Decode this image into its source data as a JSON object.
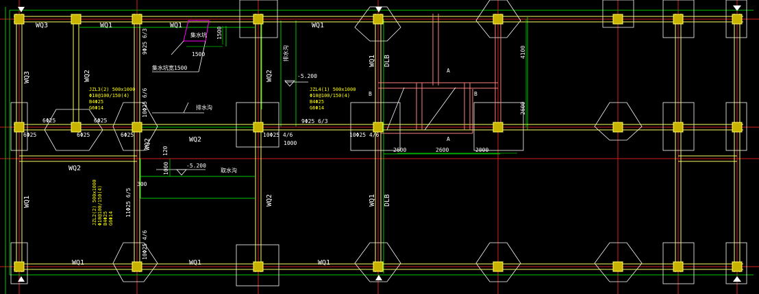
{
  "colors": {
    "background": "#000000",
    "grid_axis": "#d81e1e",
    "wall": "#ffff66",
    "beam": "#ff8080",
    "aux_line": "#00c800",
    "white_line": "#ffffff",
    "column": "#c8b400",
    "magenta": "#ff00ff",
    "label": "#ffffff",
    "annotation_yellow": "#ffff00"
  },
  "labels": {
    "wq1_top_a": "WQ1",
    "wq1_top_b": "WQ1",
    "wq1_top_c": "WQ1",
    "wq3_top": "WQ3",
    "wq3_side": "WQ3",
    "wq2_col_a": "WQ2",
    "wq2_col_b": "WQ2",
    "wq2_mid_a": "WQ2",
    "wq2_mid_b": "WQ2",
    "wq2_mid_c": "WQ2",
    "wq2_low": "WQ2",
    "wq1_side_a": "WQ1",
    "wq1_side_b": "WQ1",
    "wq1_side_c": "WQ1",
    "dlb_a": "DLB",
    "dlb_b": "DLB",
    "wq1_bot_a": "WQ1",
    "wq1_bot_b": "WQ1",
    "wq1_bot_c": "WQ1"
  },
  "dims": {
    "d1500_v": "1500",
    "d1500_h": "1500",
    "d4100": "4100",
    "d2600_v": "2600",
    "d2600_a": "2600",
    "d2600_b": "2600",
    "d2000": "2000",
    "d1000_a": "1000",
    "d1000_b": "1000",
    "d120": "120",
    "d300": "300"
  },
  "annotations": {
    "elev_5200_a": "-5.200",
    "elev_5200_b": "-5.200",
    "pit_label": "集水坑",
    "pit_label_1500": "集水坑宽1500",
    "drain_a": "排水沟",
    "drain_b": "排水沟",
    "drain_c": "取水沟",
    "section_a1": "A",
    "section_a2": "A",
    "section_b1": "B",
    "section_b2": "B",
    "rebar_a": "6Φ25",
    "rebar_b": "6Φ25",
    "rebar_c": "6Φ25",
    "rebar_d": "6Φ25",
    "rebar_e": "6Φ25",
    "rebar_f": "9Φ25 6/3",
    "rebar_g": "10Φ25 4/6",
    "rebar_h": "10Φ25 4/6",
    "rebar_i": "9Φ25 6/3",
    "rebar_j": "10Φ25 6/6",
    "rebar_k": "11Φ25 6/5",
    "rebar_l": "10Φ25 4/6",
    "beam_note_1a": "JZL3(2) 500x1000",
    "beam_note_1b": "Φ10@100/150(4)",
    "beam_note_1c": "B4Φ25",
    "beam_note_1d": "G6Φ14",
    "beam_note_2a": "JZL4(1) 500x1000",
    "beam_note_2b": "Φ10@100/150(4)",
    "beam_note_2c": "B4Φ25",
    "beam_note_2d": "G6Φ14",
    "beam_note_3a": "JZL2(2) 500x1000",
    "beam_note_3b": "Φ10@100/150(4)",
    "beam_note_3c": "B4Φ25",
    "beam_note_3d": "G6Φ14"
  }
}
